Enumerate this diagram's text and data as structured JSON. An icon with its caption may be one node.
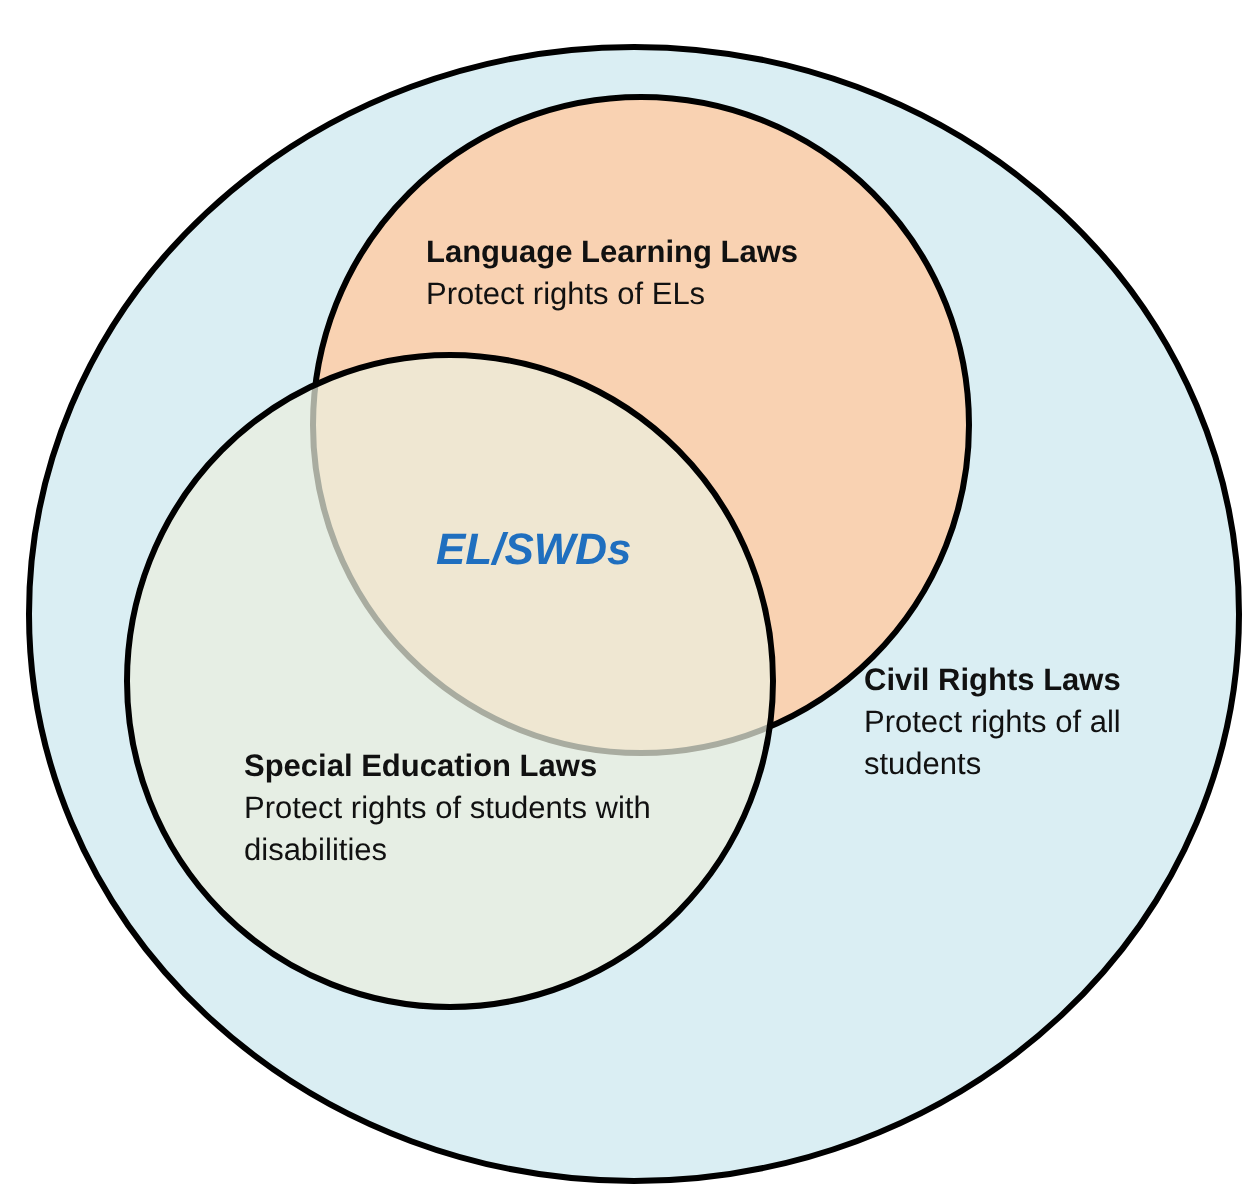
{
  "diagram": {
    "nodes": [
      {
        "text": [
          "Civil Rights Laws",
          "Protect rights of all students"
        ]
      },
      {
        "text": [
          "Language Learning Laws",
          "Protect rights of ELs"
        ],
        "in": 0
      },
      {
        "text": [
          "Special Education Laws",
          "Protect rights of students with disabilities"
        ],
        "in": 0
      }
    ],
    "labels": [
      "EL/SWDs"
    ]
  }
}
